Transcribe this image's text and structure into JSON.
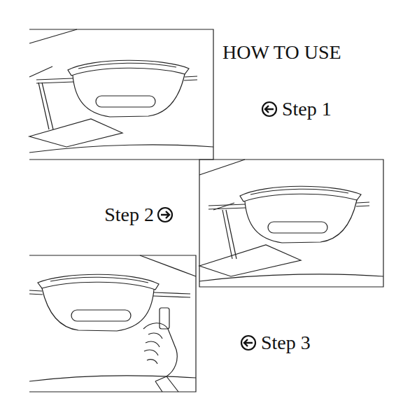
{
  "diagram": {
    "title": "HOW TO USE",
    "labels": [
      "Step 1",
      "Step 2",
      "Step 3"
    ]
  }
}
